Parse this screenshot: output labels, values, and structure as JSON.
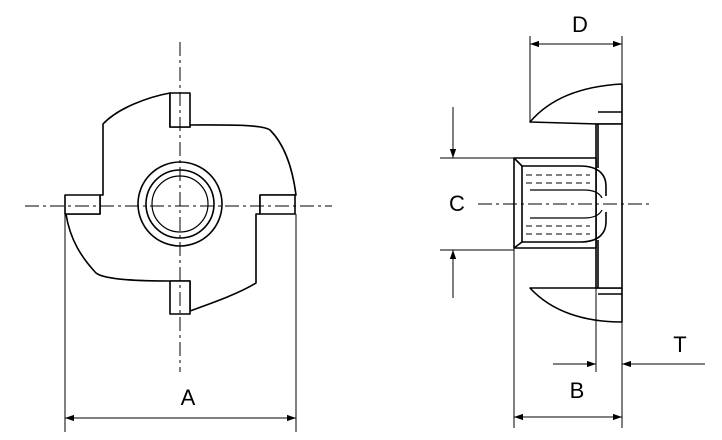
{
  "labels": {
    "A": "A",
    "B": "B",
    "C": "C",
    "D": "D",
    "T": "T"
  },
  "colors": {
    "line": "#000000",
    "background": "#ffffff"
  }
}
